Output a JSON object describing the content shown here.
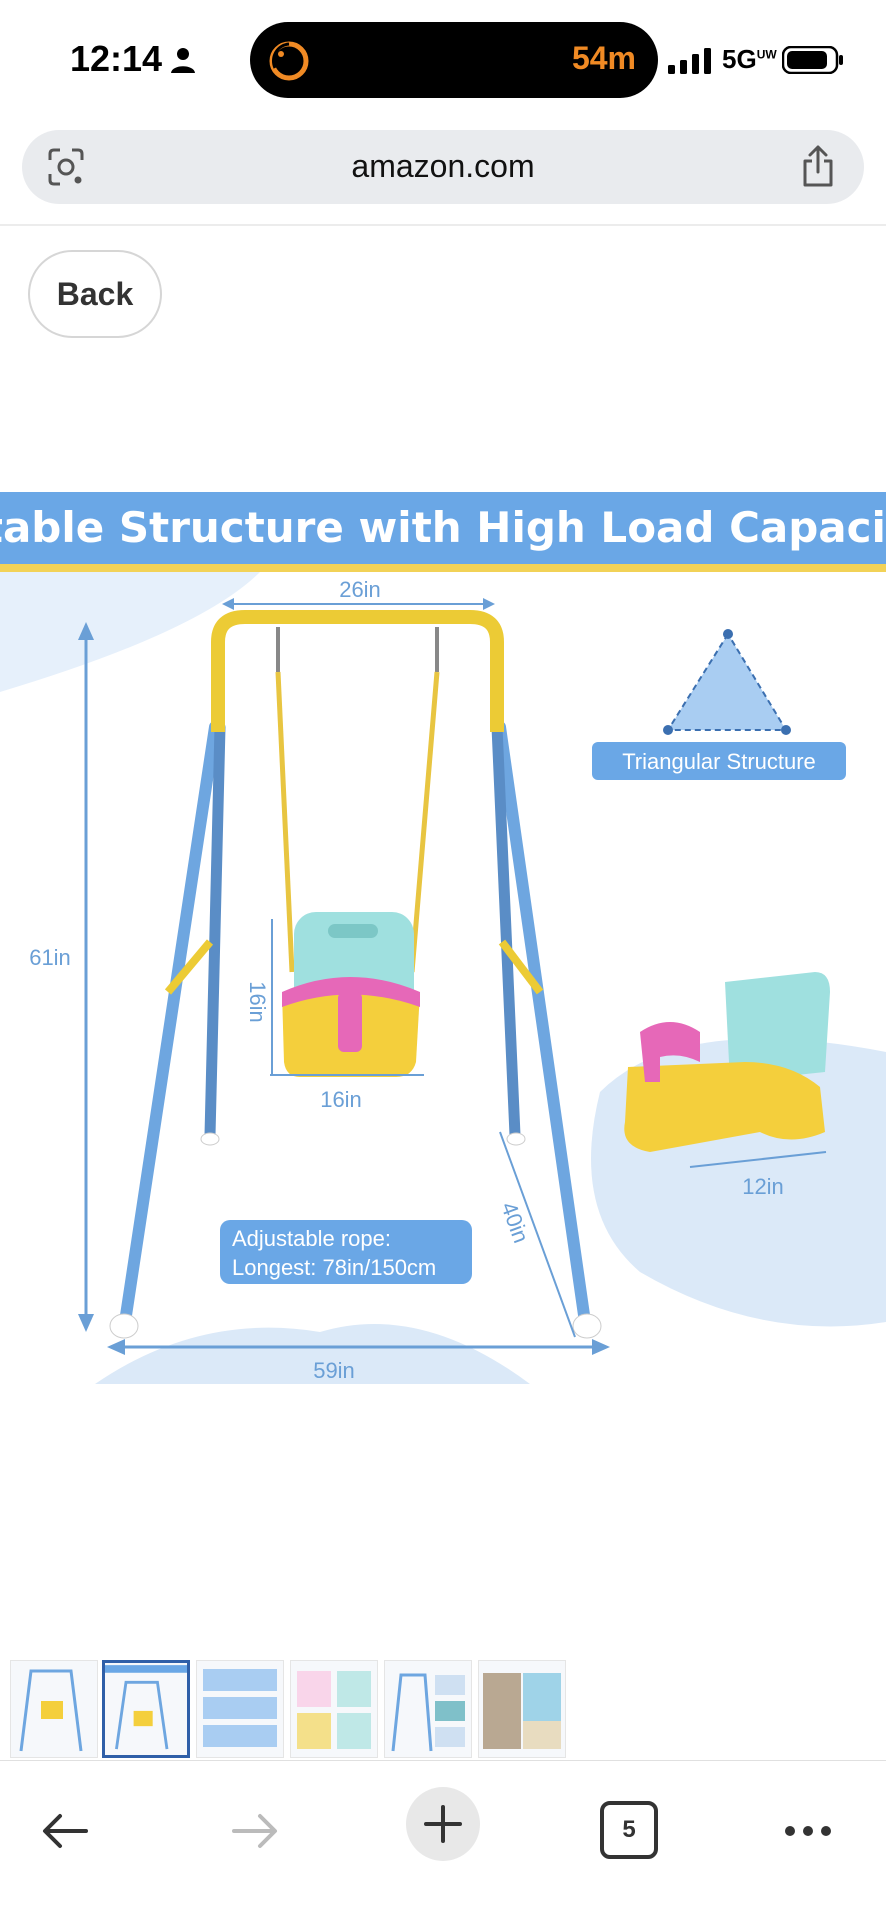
{
  "status": {
    "time": "12:14",
    "activity": "54m",
    "network": "5G"
  },
  "browser": {
    "url": "amazon.com",
    "tab_count": "5"
  },
  "page": {
    "back_label": "Back"
  },
  "product": {
    "banner_title": "Stable Structure with High Load Capacity",
    "dim_width": "26in",
    "dim_height": "61in",
    "dim_base": "59in",
    "dim_leg": "40in",
    "dim_seat_h": "16in",
    "dim_seat_w": "16in",
    "dim_seat_depth": "12in",
    "triangle_label": "Triangular Structure",
    "rope_line1": "Adjustable rope:",
    "rope_line2": "Longest: 78in/150cm"
  },
  "thumbnails": {
    "count": 6,
    "active_index": 1
  },
  "colors": {
    "banner": "#6aa7e6",
    "accent_yellow": "#f2d257",
    "dim_blue": "#6a9fd6",
    "frame_blue": "#6ea6e0"
  }
}
